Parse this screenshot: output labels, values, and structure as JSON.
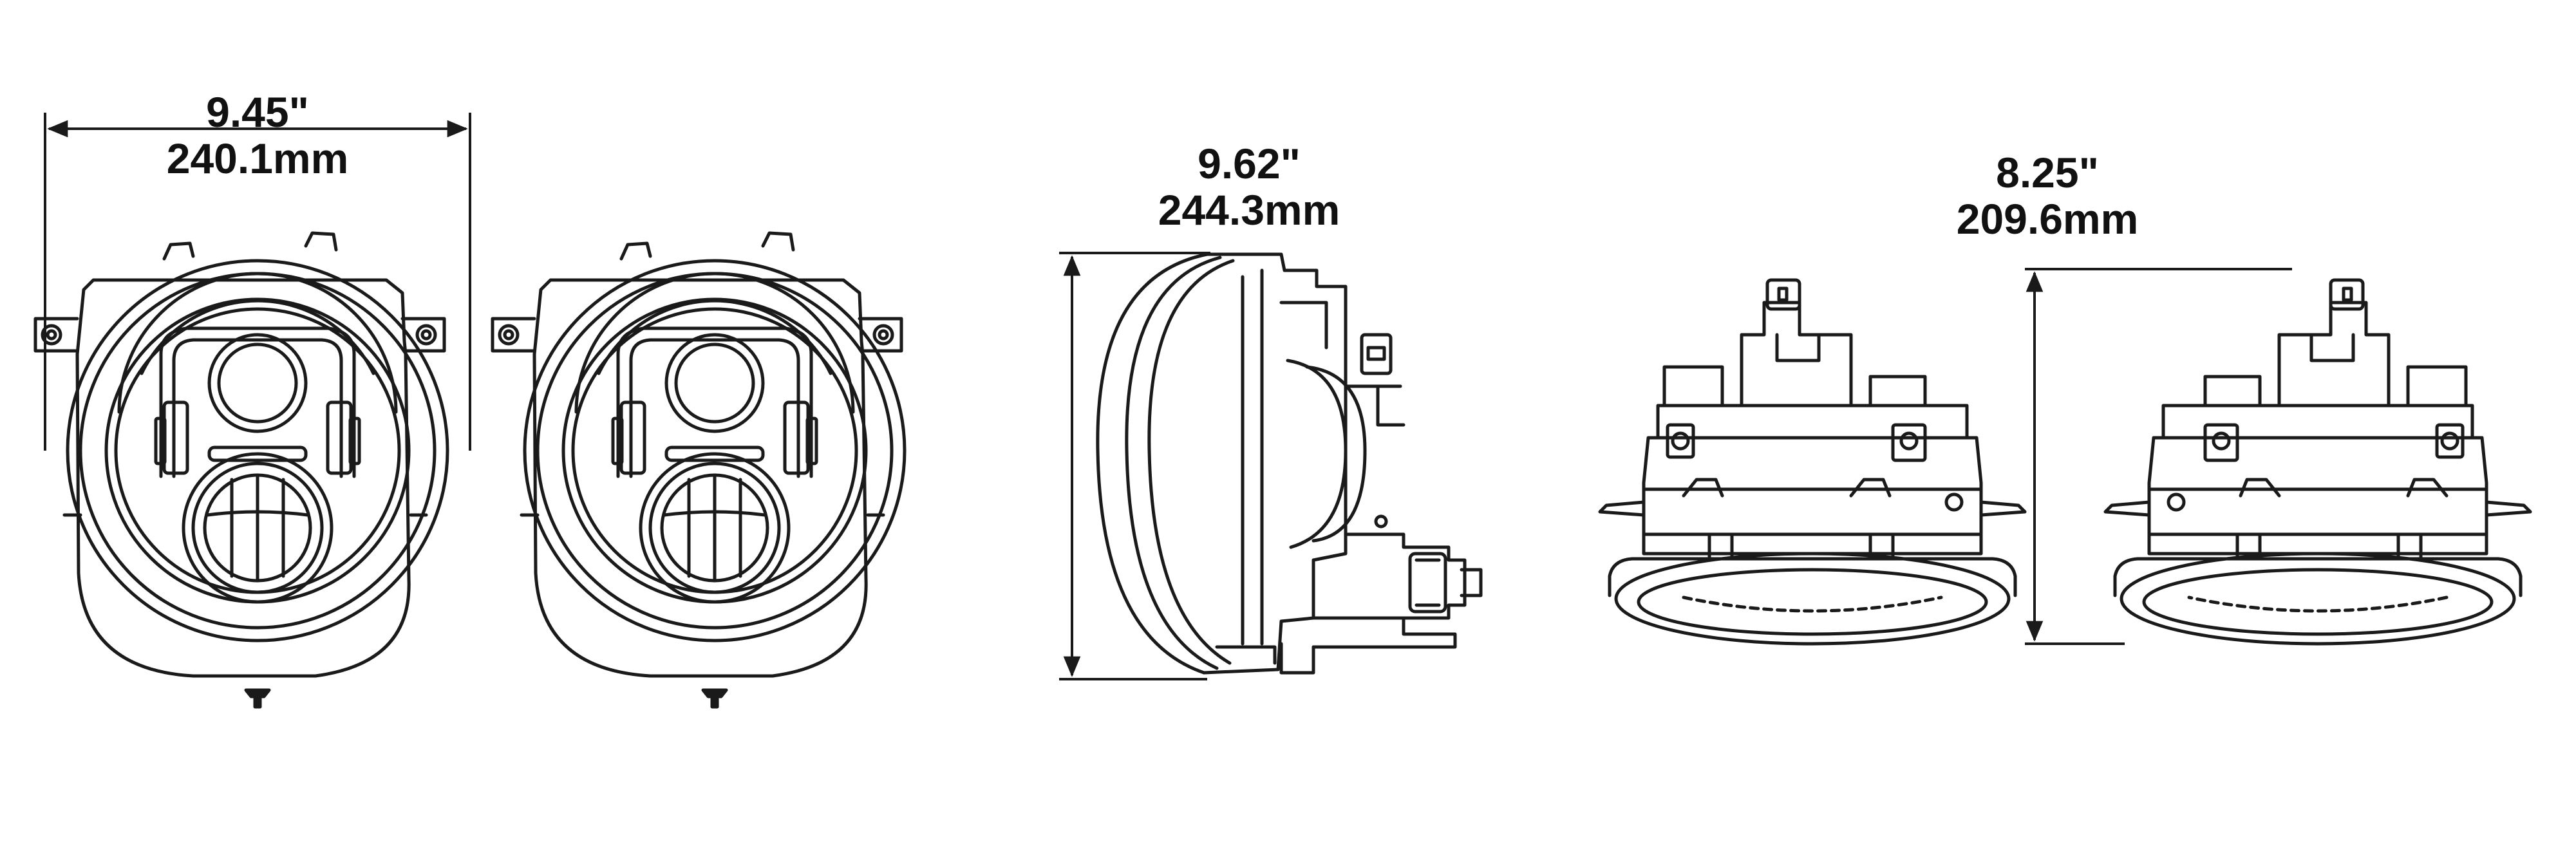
{
  "dimensions": {
    "front_width": {
      "inches": "9.45\"",
      "mm": "240.1mm"
    },
    "side_height": {
      "inches": "9.62\"",
      "mm": "244.3mm"
    },
    "top_depth": {
      "inches": "8.25\"",
      "mm": "209.6mm"
    }
  },
  "colors": {
    "line": "#1a1a1a",
    "background": "#ffffff"
  },
  "views": [
    "front-view-left",
    "front-view-right",
    "side-view",
    "top-view-left",
    "top-view-right"
  ]
}
